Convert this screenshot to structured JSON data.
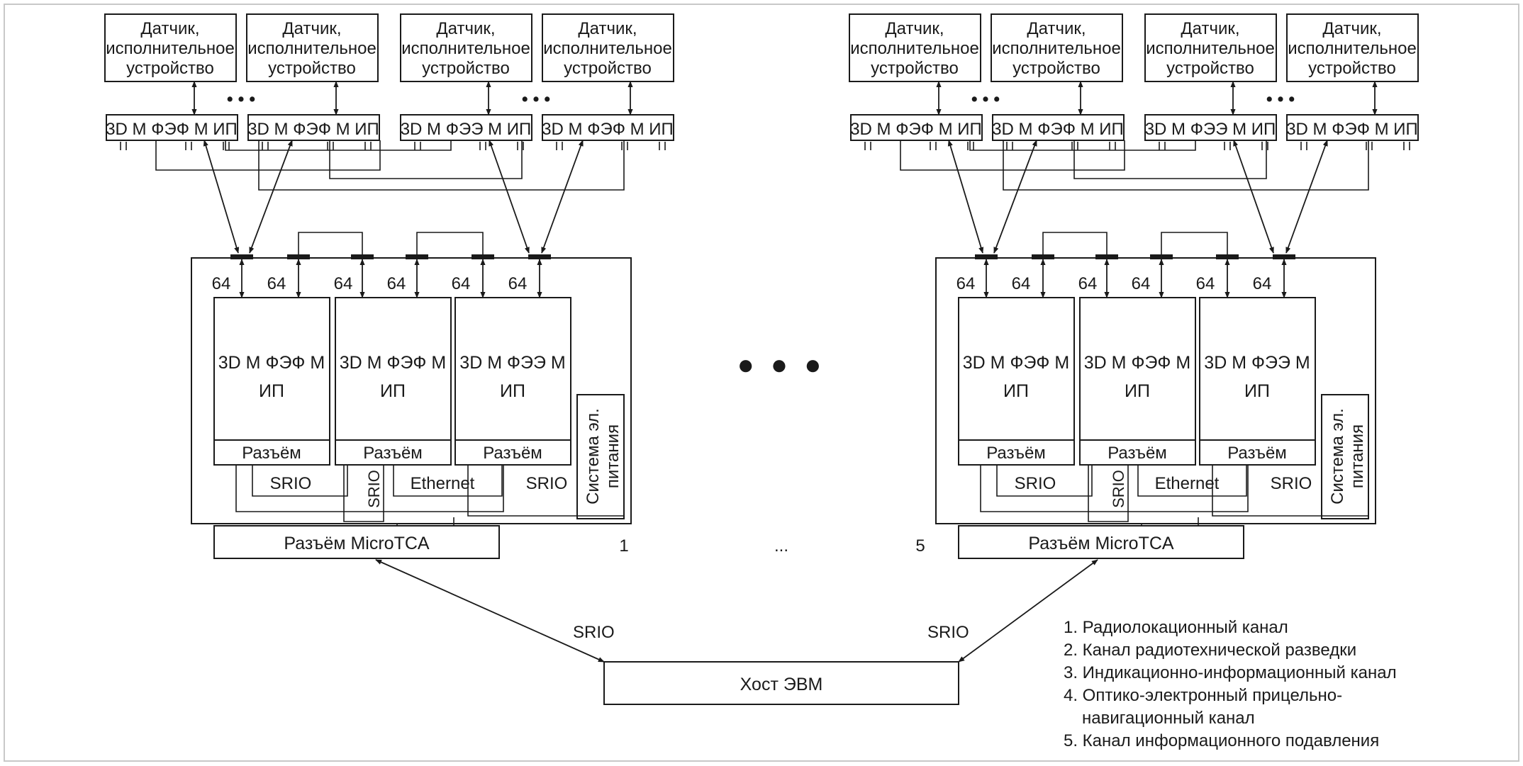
{
  "device_label": [
    "Датчик,",
    "исполнительное",
    "устройство"
  ],
  "module_label": "3D М ФЭФ М ИП",
  "module_label_alt": "3D М ФЭЭ М ИП",
  "card_label": [
    "3D М ФЭФ М",
    "ИП"
  ],
  "card_label_alt": [
    "3D М ФЭЭ М",
    "ИП"
  ],
  "connector_label": "Разъём",
  "bus_width": "64",
  "interfaces": {
    "srio": "SRIO",
    "ethernet": "Ethernet"
  },
  "power_label": [
    "Система эл.",
    "питания"
  ],
  "microtca_label": "Разъём MicroTCA",
  "host_label": "Хост ЭВМ",
  "ellipsis": "• • •",
  "big_ellipsis": "● ● ●",
  "chassis": [
    {
      "number": "1"
    },
    {
      "number": "5"
    }
  ],
  "middle_ellipsis": "...",
  "legend": [
    "1. Радиолокационный канал",
    "2. Канал радиотехнической разведки",
    "3. Индикационно-информационный канал",
    "4. Оптико-электронный прицельно-",
    "навигационный канал",
    "5. Канал информационного подавления"
  ]
}
